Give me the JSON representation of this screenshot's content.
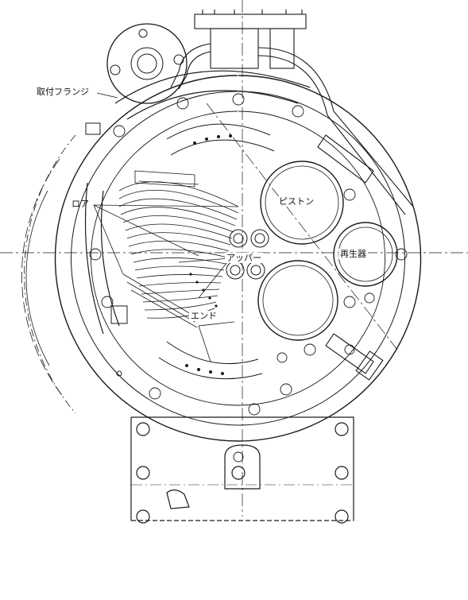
{
  "labels": {
    "mounting_flange": "取付フランジ",
    "lower": "ロア",
    "piston": "ピストン",
    "upper": "アッパー",
    "regenerator": "再生器",
    "end": "エンド"
  },
  "colors": {
    "ink": "#1a1a1a",
    "paper": "#ffffff"
  }
}
